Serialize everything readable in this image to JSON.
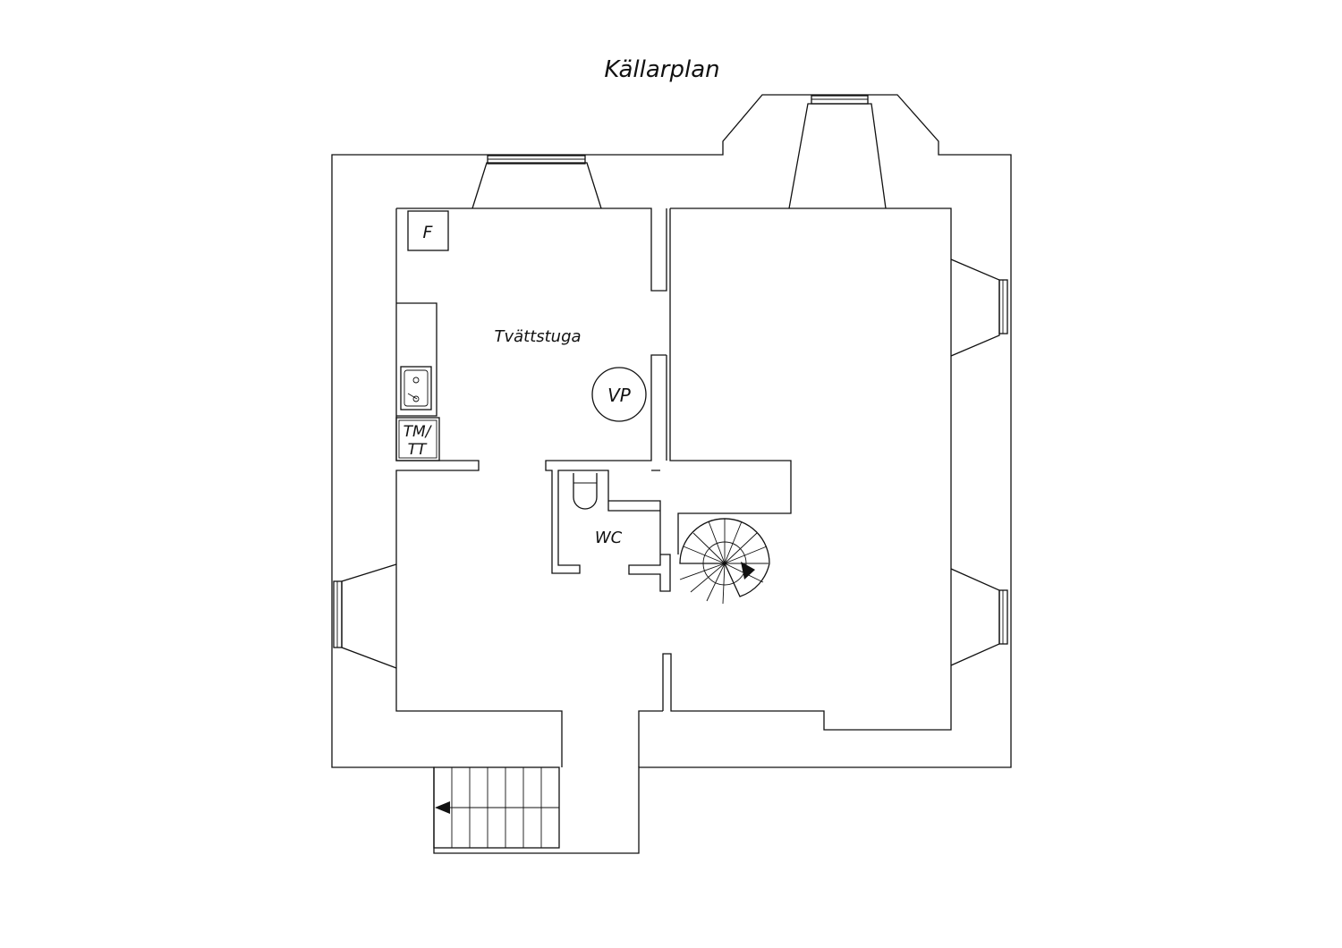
{
  "title": "Källarplan",
  "rooms": {
    "laundry": "Tvättstuga",
    "wc": "WC"
  },
  "fixtures": {
    "fuse_box": "F",
    "heat_pump": "VP",
    "washer_dryer_line1": "TM/",
    "washer_dryer_line2": "TT"
  },
  "colors": {
    "line": "#111111",
    "background": "#ffffff"
  }
}
